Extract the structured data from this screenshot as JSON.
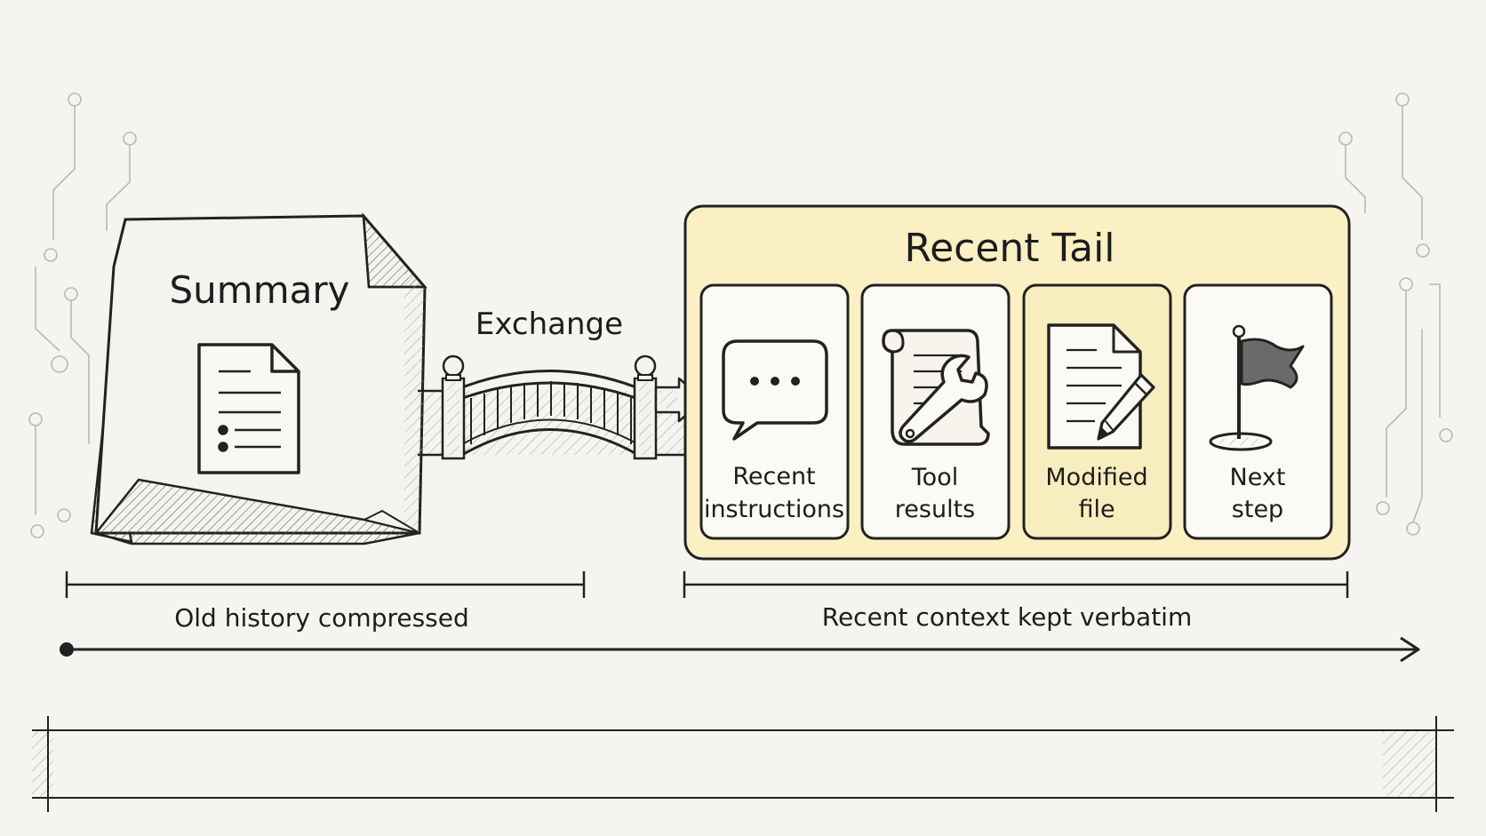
{
  "summary": {
    "title": "Summary"
  },
  "exchange": {
    "label": "Exchange"
  },
  "recent_tail": {
    "title": "Recent Tail",
    "cards": [
      {
        "line1": "Recent",
        "line2": "instructions",
        "icon": "speech-bubble-icon",
        "highlight": false
      },
      {
        "line1": "Tool",
        "line2": "results",
        "icon": "scroll-wrench-icon",
        "highlight": false
      },
      {
        "line1": "Modified",
        "line2": "file",
        "icon": "document-pencil-icon",
        "highlight": true
      },
      {
        "line1": "Next",
        "line2": "step",
        "icon": "flag-icon",
        "highlight": false
      }
    ]
  },
  "timeline": {
    "left_label": "Old history compressed",
    "right_label": "Recent context kept verbatim"
  },
  "colors": {
    "background": "#f5f4f0",
    "ink": "#1d1d1d",
    "tail_fill": "#faf0c4",
    "card_fill": "#fbfaf4",
    "highlight_fill": "#f8edbf"
  }
}
